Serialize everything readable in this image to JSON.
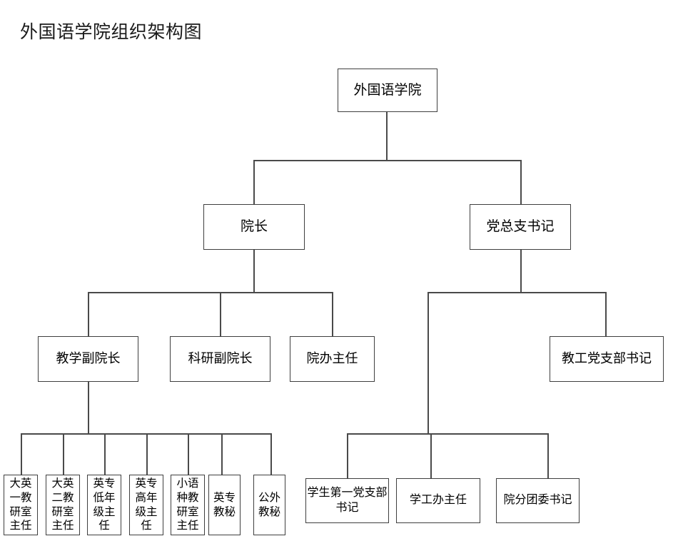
{
  "chart": {
    "title": "外国语学院组织架构图",
    "type": "organization-chart",
    "border_color": "#3f3f3f",
    "line_color": "#4a4a4a",
    "background": "#ffffff"
  },
  "nodes": {
    "root": {
      "label": "外国语学院"
    },
    "dean": {
      "label": "院长"
    },
    "party_secretary": {
      "label": "党总支书记"
    },
    "vice_dean_teaching": {
      "label": "教学副院长"
    },
    "vice_dean_research": {
      "label": "科研副院长"
    },
    "office_director": {
      "label": "院办主任"
    },
    "faculty_party_branch_secretary": {
      "label": "教工党支部书记"
    },
    "teaching_children": [
      {
        "label": "大英一教研室主任"
      },
      {
        "label": "大英二教研室主任"
      },
      {
        "label": "英专低年级主任"
      },
      {
        "label": "英专高年级主任"
      },
      {
        "label": "小语种教研室主任"
      },
      {
        "label": "英专教秘"
      },
      {
        "label": "公外教秘"
      }
    ],
    "party_children": [
      {
        "label": "学生第一党支部书记"
      },
      {
        "label": "学工办主任"
      },
      {
        "label": "院分团委书记"
      }
    ]
  }
}
